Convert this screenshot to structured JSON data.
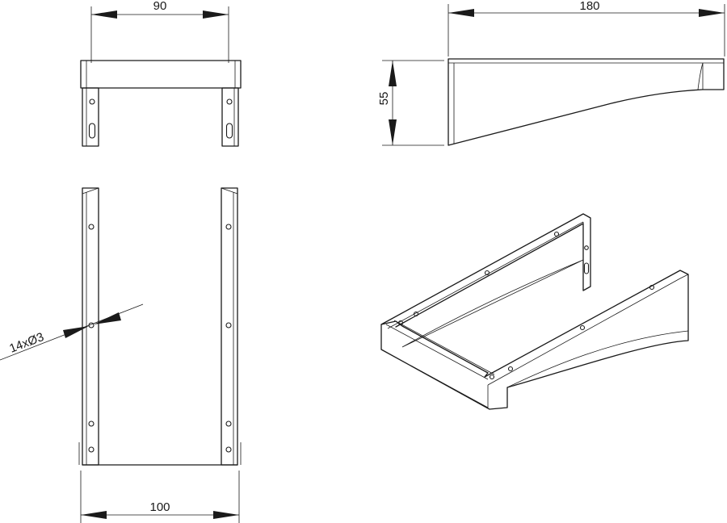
{
  "dimensions": {
    "front_width": "90",
    "side_length": "180",
    "side_height": "55",
    "holes": "14xØ3",
    "plan_width": "100"
  }
}
